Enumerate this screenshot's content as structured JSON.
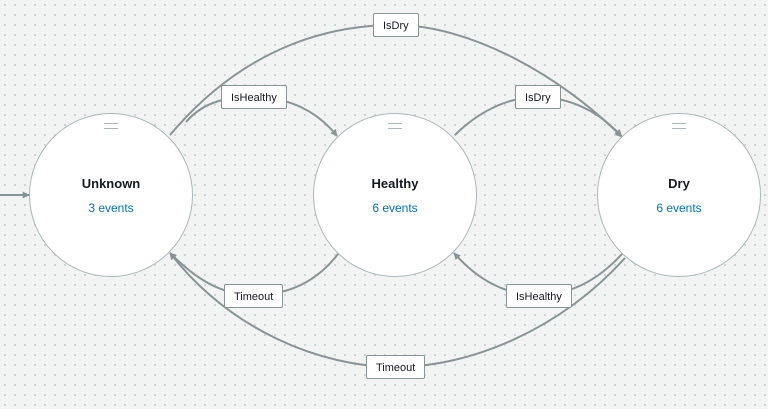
{
  "states": [
    {
      "id": "unknown",
      "name": "Unknown",
      "events": "3 events"
    },
    {
      "id": "healthy",
      "name": "Healthy",
      "events": "6 events"
    },
    {
      "id": "dry",
      "name": "Dry",
      "events": "6 events"
    }
  ],
  "transitions": [
    {
      "id": "unknown-to-dry",
      "label": "IsDry"
    },
    {
      "id": "unknown-to-healthy",
      "label": "IsHealthy"
    },
    {
      "id": "healthy-to-dry",
      "label": "IsDry"
    },
    {
      "id": "healthy-to-unknown",
      "label": "Timeout"
    },
    {
      "id": "dry-to-healthy",
      "label": "IsHealthy"
    },
    {
      "id": "dry-to-unknown",
      "label": "Timeout"
    }
  ],
  "colors": {
    "edge": "#879596",
    "event_link": "#0073bb",
    "background": "#f2f3f3"
  }
}
